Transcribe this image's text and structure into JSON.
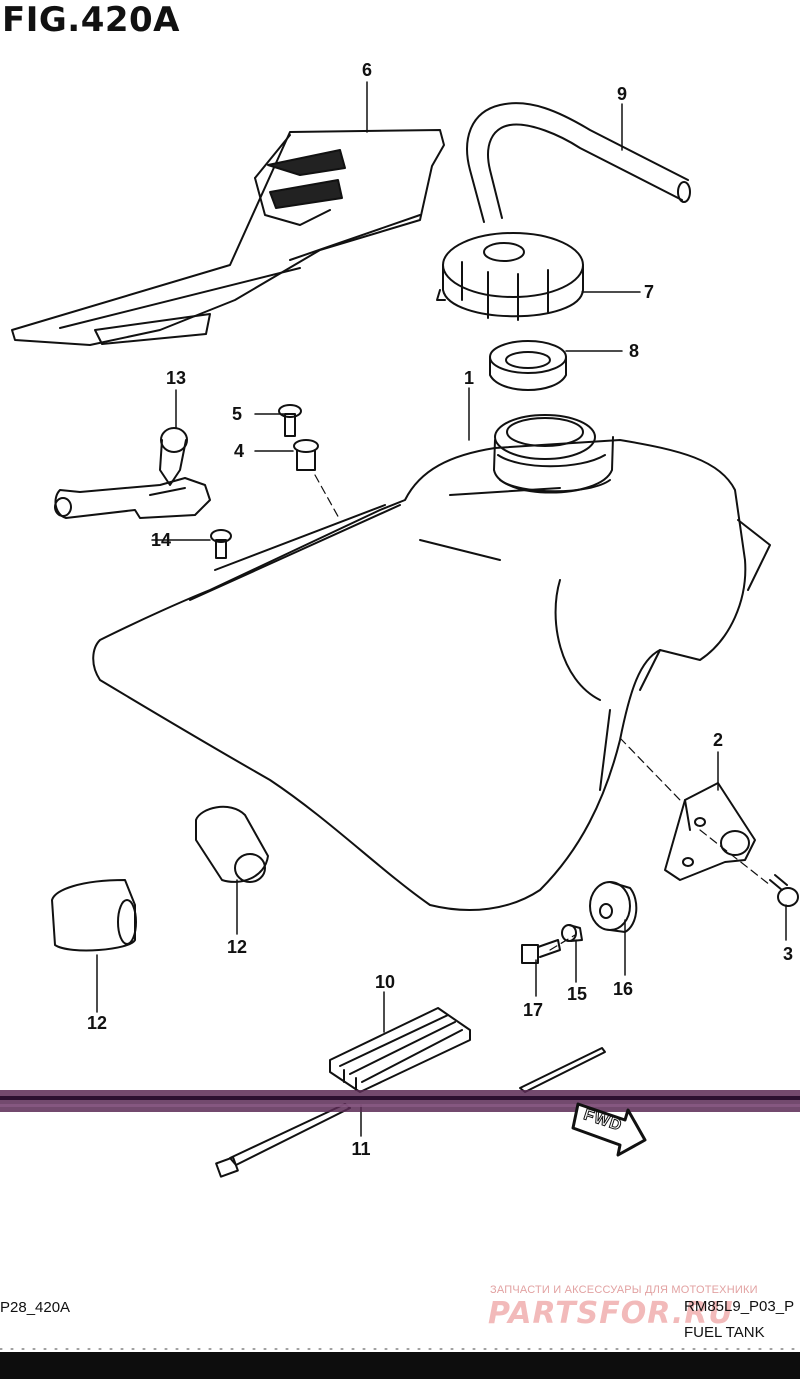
{
  "title": "FIG.420A",
  "callouts": [
    {
      "id": "1",
      "label": "1"
    },
    {
      "id": "2",
      "label": "2"
    },
    {
      "id": "3",
      "label": "3"
    },
    {
      "id": "4",
      "label": "4"
    },
    {
      "id": "5",
      "label": "5"
    },
    {
      "id": "6",
      "label": "6"
    },
    {
      "id": "7",
      "label": "7"
    },
    {
      "id": "8",
      "label": "8"
    },
    {
      "id": "9",
      "label": "9"
    },
    {
      "id": "10",
      "label": "10"
    },
    {
      "id": "11",
      "label": "11"
    },
    {
      "id": "12a",
      "label": "12"
    },
    {
      "id": "12b",
      "label": "12"
    },
    {
      "id": "13",
      "label": "13"
    },
    {
      "id": "14",
      "label": "14"
    },
    {
      "id": "15",
      "label": "15"
    },
    {
      "id": "16",
      "label": "16"
    },
    {
      "id": "17",
      "label": "17"
    }
  ],
  "fwd_label": "FWD",
  "footer": {
    "left_code": "P28_420A",
    "model_code": "RM85L9_P03_P",
    "part_name": "FUEL TANK"
  },
  "watermark": {
    "tagline": "ЗАПЧАСТИ И АКСЕССУАРЫ ДЛЯ МОТОТЕХНИКИ",
    "logo": "PARTSFOR.RU"
  },
  "colors": {
    "line": "#111111",
    "band": "#5a2a55",
    "watermark": "#f0aeae"
  }
}
